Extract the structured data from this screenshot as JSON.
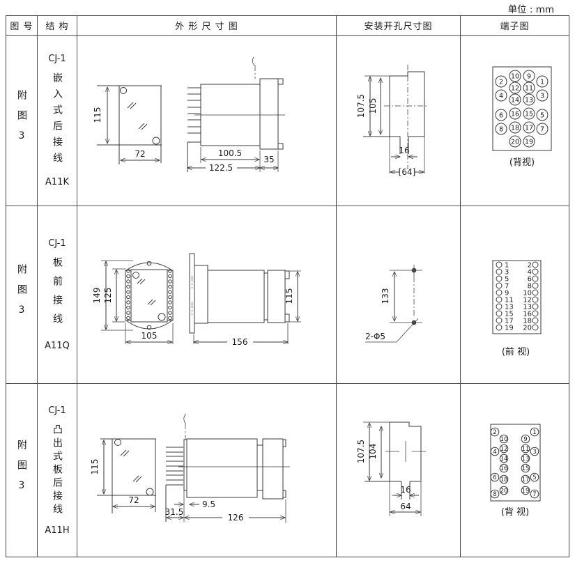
{
  "unit_label": "单位 : mm",
  "header": {
    "figure": "图 号",
    "structure": "结 构",
    "outline": "外 形 尺 寸 图",
    "mounting": "安装开孔尺寸图",
    "terminal": "端子图"
  },
  "rows": [
    {
      "figure": "附图3",
      "structure": {
        "model": "CJ-1",
        "text": "嵌入式后接线",
        "code": "A11K"
      },
      "outline_dims": {
        "height": "115",
        "width": "72",
        "body": "100.5",
        "total": "122.5",
        "flange": "35"
      },
      "mounting_dims": {
        "outer": "107.5",
        "inner": "105",
        "slot": "16",
        "width": "[64]"
      },
      "terminal": {
        "outer_left": [
          "2",
          "4",
          "6",
          "8"
        ],
        "inner_left": [
          "10",
          "12",
          "14",
          "16",
          "18",
          "20"
        ],
        "inner_right": [
          "9",
          "11",
          "13",
          "15",
          "17",
          "19"
        ],
        "outer_right": [
          "1",
          "3",
          "5",
          "7"
        ],
        "view_label": "(背视)"
      }
    },
    {
      "figure": "附图3",
      "structure": {
        "model": "CJ-1",
        "text": "板前接线",
        "code": "A11Q"
      },
      "outline_dims": {
        "outer_height": "149",
        "inner_height": "125",
        "width": "105",
        "depth": "156",
        "side_height": "115"
      },
      "mounting_dims": {
        "spacing": "133",
        "holes": "2-Φ5"
      },
      "terminal": {
        "left": [
          "1",
          "3",
          "5",
          "7",
          "9",
          "11",
          "13",
          "15",
          "17",
          "19"
        ],
        "right": [
          "2",
          "4",
          "6",
          "8",
          "10",
          "12",
          "13",
          "16",
          "18",
          "20"
        ],
        "view_label": "(前 视)"
      }
    },
    {
      "figure": "附图3",
      "structure": {
        "model": "CJ-1",
        "text": "凸出式板后接线",
        "code": "A11H"
      },
      "outline_dims": {
        "height": "115",
        "width": "72",
        "pin": "9.5",
        "comb": "31.5",
        "total": "126"
      },
      "mounting_dims": {
        "outer": "107.5",
        "inner": "104",
        "slot": "16",
        "width": "64"
      },
      "terminal": {
        "outer_left": [
          "2",
          "4",
          "6",
          "8"
        ],
        "inner_left": [
          "10",
          "12",
          "14",
          "16",
          "18",
          "20"
        ],
        "inner_right": [
          "9",
          "11",
          "13",
          "15",
          "17",
          "19"
        ],
        "outer_right": [
          "1",
          "3",
          "5",
          "7"
        ],
        "view_label": "(背 视)"
      }
    }
  ]
}
